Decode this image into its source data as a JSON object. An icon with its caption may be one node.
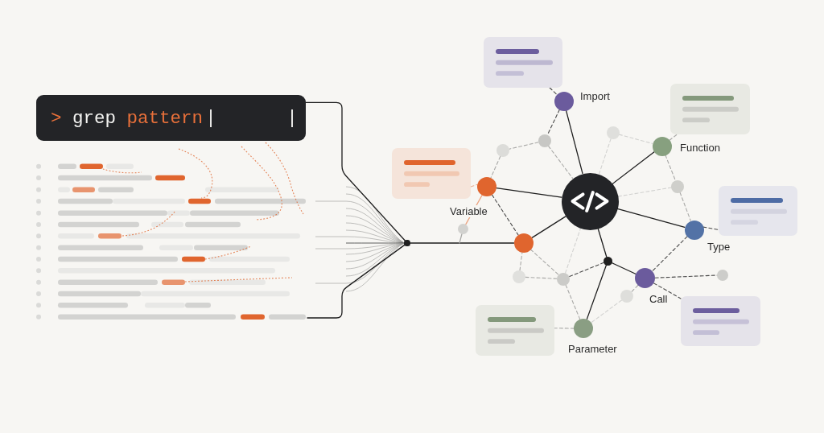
{
  "diagram": {
    "nodes": [
      {
        "text": [
          "> grep pattern"
        ]
      },
      {
        "text": [],
        "shape": "picture"
      },
      {
        "text": [],
        "shape": "circle"
      },
      {
        "text": [],
        "shape": "box"
      },
      {
        "text": [],
        "shape": "circle",
        "beside": [
          "Import"
        ]
      },
      {
        "text": [],
        "shape": "box"
      },
      {
        "text": [],
        "shape": "circle",
        "beside": [
          "Variable"
        ]
      },
      {
        "text": [],
        "shape": "circle"
      },
      {
        "text": [],
        "shape": "box"
      },
      {
        "text": [],
        "shape": "circle",
        "beside": [
          "Function"
        ]
      },
      {
        "text": [],
        "shape": "box"
      },
      {
        "text": [],
        "shape": "circle",
        "beside": [
          "Type"
        ]
      },
      {
        "text": [],
        "shape": "circle"
      },
      {
        "text": [],
        "shape": "circle"
      },
      {
        "text": [],
        "shape": "circle",
        "beside": [
          "Call"
        ]
      },
      {
        "text": [],
        "shape": "box"
      },
      {
        "text": [],
        "shape": "box"
      },
      {
        "text": [],
        "shape": "circle",
        "beside": [
          "Parameter"
        ]
      },
      {
        "text": [],
        "shape": "circle"
      },
      {
        "text": [],
        "shape": "circle"
      },
      {
        "text": [],
        "shape": "circle"
      },
      {
        "text": [],
        "shape": "circle"
      },
      {
        "text": [],
        "shape": "circle"
      },
      {
        "text": [],
        "shape": "circle"
      },
      {
        "text": [],
        "shape": "circle"
      },
      {
        "text": [],
        "shape": "circle"
      },
      {
        "text": [],
        "shape": "circle"
      }
    ],
    "edges": [
      {
        "from": 0,
        "to": 2,
        "arrow": "none",
        "color": "#1e1e1e"
      },
      {
        "from": 1,
        "to": 2,
        "arrow": "none",
        "color": "#1e1e1e"
      },
      {
        "from": 2,
        "to": 12,
        "arrow": "none",
        "color": "#1e1e1e"
      },
      {
        "from": 22,
        "to": null,
        "arrow": "none"
      },
      {
        "from": 6,
        "to": 22,
        "arrow": "none",
        "color": "#eba27f"
      },
      {
        "from": 7,
        "to": 4,
        "arrow": "none",
        "color": "#1e1e1e"
      },
      {
        "from": 7,
        "to": 9,
        "arrow": "none",
        "color": "#1e1e1e"
      },
      {
        "from": 7,
        "to": 6,
        "arrow": "none",
        "color": "#1e1e1e"
      },
      {
        "from": 7,
        "to": 12,
        "arrow": "none",
        "color": "#1e1e1e"
      },
      {
        "from": 7,
        "to": 11,
        "arrow": "none",
        "color": "#1e1e1e"
      },
      {
        "from": 7,
        "to": 13,
        "arrow": "none",
        "color": "#1e1e1e"
      },
      {
        "from": 13,
        "to": 14,
        "arrow": "none",
        "color": "#1e1e1e"
      },
      {
        "from": 13,
        "to": 17,
        "arrow": "none",
        "color": "#1e1e1e"
      },
      {
        "from": 3,
        "to": 4,
        "arrow": "none",
        "style": "dashed",
        "color": "#4a4a4a"
      },
      {
        "from": 4,
        "to": 19,
        "arrow": "none",
        "style": "dashed",
        "color": "#4a4a4a"
      },
      {
        "from": 19,
        "to": 18,
        "arrow": "none",
        "style": "dashed"
      },
      {
        "from": 18,
        "to": 6,
        "arrow": "none",
        "style": "dashed"
      },
      {
        "from": 19,
        "to": 7,
        "arrow": "none",
        "style": "dashed"
      },
      {
        "from": 5,
        "to": 6,
        "arrow": "none",
        "style": "dashed",
        "color": "#e9b193"
      },
      {
        "from": 6,
        "to": 12,
        "arrow": "none",
        "style": "dashed",
        "color": "#4a4a4a"
      },
      {
        "from": 20,
        "to": 9,
        "arrow": "none",
        "style": "dashed",
        "color": "#d2d2d0"
      },
      {
        "from": 20,
        "to": 7,
        "arrow": "none",
        "style": "dashed",
        "color": "#d2d2d0"
      },
      {
        "from": 9,
        "to": 8,
        "arrow": "none",
        "style": "dashed"
      },
      {
        "from": 9,
        "to": 21,
        "arrow": "none",
        "style": "dashed"
      },
      {
        "from": 21,
        "to": 11,
        "arrow": "none",
        "style": "dashed"
      },
      {
        "from": 21,
        "to": 7,
        "arrow": "none",
        "style": "dashed",
        "color": "#d2d2d0"
      },
      {
        "from": 11,
        "to": 10,
        "arrow": "none",
        "style": "dashed",
        "color": "#4a4a4a"
      },
      {
        "from": 11,
        "to": 14,
        "arrow": "none",
        "style": "dashed",
        "color": "#4a4a4a"
      },
      {
        "from": 14,
        "to": 26,
        "arrow": "none",
        "style": "dashed",
        "color": "#4a4a4a"
      },
      {
        "from": 14,
        "to": 15,
        "arrow": "none",
        "style": "dashed",
        "color": "#4a4a4a"
      },
      {
        "from": 14,
        "to": 25,
        "arrow": "none",
        "style": "dashed"
      },
      {
        "from": 25,
        "to": 17,
        "arrow": "none",
        "style": "dashed",
        "color": "#d2d2d0"
      },
      {
        "from": 13,
        "to": 24,
        "arrow": "none",
        "style": "dashed",
        "color": "#4a4a4a"
      },
      {
        "from": 24,
        "to": 23,
        "arrow": "none",
        "style": "dashed"
      },
      {
        "from": 23,
        "to": 12,
        "arrow": "none",
        "style": "dashed"
      },
      {
        "from": 12,
        "to": 24,
        "arrow": "none",
        "style": "dashed"
      },
      {
        "from": 24,
        "to": 17,
        "arrow": "none",
        "style": "dashed"
      },
      {
        "from": 24,
        "to": 7,
        "arrow": "none",
        "style": "dashed",
        "color": "#d2d2d0"
      },
      {
        "from": 17,
        "to": 16,
        "arrow": "none",
        "style": "dashed"
      }
    ]
  }
}
